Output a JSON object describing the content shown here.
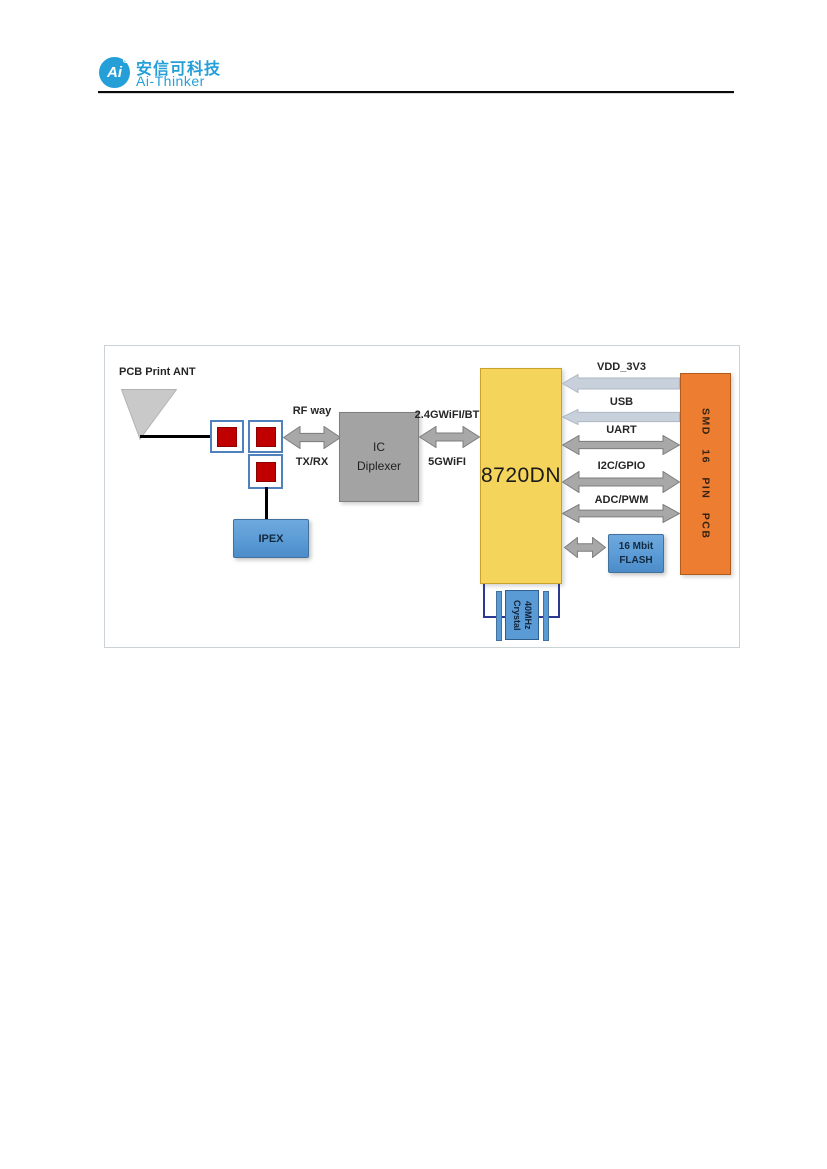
{
  "header": {
    "logo_monogram": "Ai",
    "company_cn": "安信可科技",
    "company_en": "Ai-Thinker"
  },
  "diagram": {
    "antenna_label": "PCB Print ANT",
    "rf_way_label": "RF way",
    "txrx_label": "TX/RX",
    "diplexer_line1": "IC",
    "diplexer_line2": "Diplexer",
    "band_24g_label": "2.4GWiFI/BT",
    "band_5g_label": "5GWiFI",
    "soc_label": "8720DN",
    "ipex_label": "IPEX",
    "buses": [
      {
        "label": "VDD_3V3",
        "type": "single-left"
      },
      {
        "label": "USB",
        "type": "single-left"
      },
      {
        "label": "UART",
        "type": "double"
      },
      {
        "label": "I2C/GPIO",
        "type": "double"
      },
      {
        "label": "ADC/PWM",
        "type": "double"
      }
    ],
    "flash_line1": "16 Mbit",
    "flash_line2": "FLASH",
    "crystal_line1": "40MHz",
    "crystal_line2": "Crystal",
    "pcb_label": "SMD 16 PIN PCB",
    "colors": {
      "brand_blue": "#259fd8",
      "soc_fill": "#f5d45c",
      "pcb_fill": "#ed7d31",
      "blue_fill": "#5b9bd5",
      "gray_fill": "#a3a3a3",
      "arrow_gray": "#a8a8a8",
      "arrow_gray_stroke": "#7d7d7d",
      "arrow_silver": "#c7d0db",
      "arrow_silver_stroke": "#aeb9c6",
      "red": "#c00000"
    }
  }
}
